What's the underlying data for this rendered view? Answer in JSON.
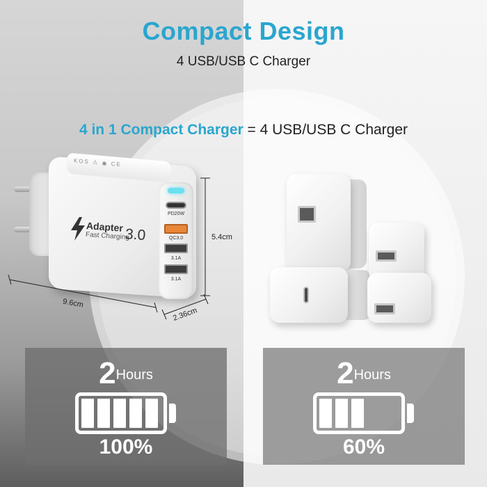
{
  "header": {
    "title": "Compact Design",
    "subtitle": "4 USB/USB C Charger"
  },
  "headline": {
    "highlight": "4 in 1 Compact Charger",
    "rest": " = 4 USB/USB C Charger"
  },
  "charger": {
    "brand_line": "Adapter",
    "brand_sub": "Fast Charging",
    "version": "3.0",
    "port_labels": [
      "PD20W",
      "QC3.0",
      "3.1A",
      "3.1A"
    ],
    "top_print": "KOS ⚠ ◉ CE"
  },
  "dimensions": {
    "height": "5.4cm",
    "width": "9.6cm",
    "depth": "2.36cm"
  },
  "panels": [
    {
      "number": "2",
      "unit": "Hours",
      "percent_label": "100%",
      "filled_cells": 5
    },
    {
      "number": "2",
      "unit": "Hours",
      "percent_label": "60%",
      "filled_cells": 3
    }
  ],
  "colors": {
    "accent": "#2aa6cf",
    "led": "#6be0f0",
    "qc_port": "#e8873a"
  }
}
